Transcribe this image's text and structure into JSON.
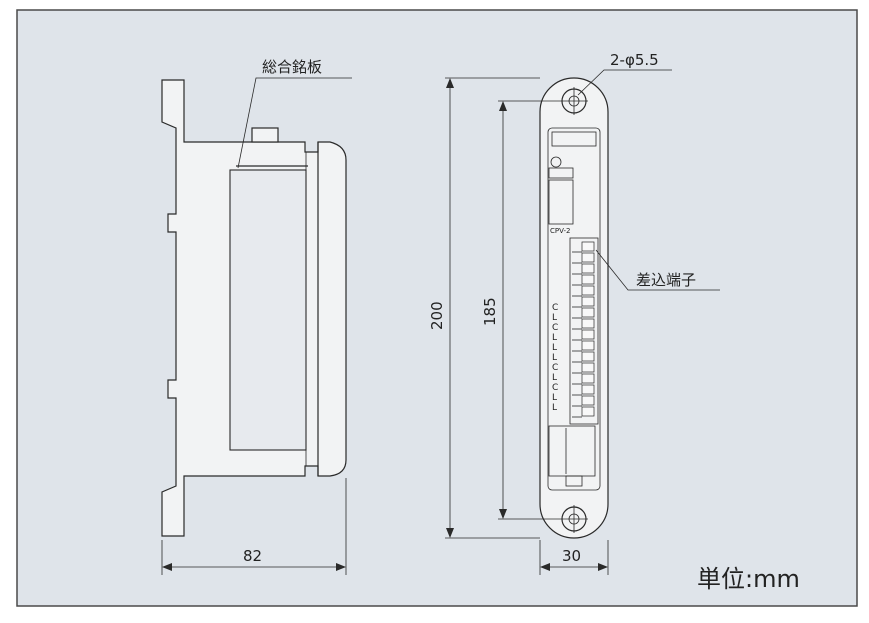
{
  "labels": {
    "nameplate": "総合銘板",
    "mount_holes": "2-φ5.5",
    "plug_terminal": "差込端子",
    "unit": "単位:mm",
    "model": "CPV-2"
  },
  "dimensions": {
    "depth": "82",
    "height": "200",
    "hole_pitch": "185",
    "width": "30"
  },
  "terminal_labels": [
    "C",
    "L",
    "C",
    "L",
    "L",
    "L",
    "C",
    "L",
    "C",
    "L",
    "L"
  ],
  "colors": {
    "background": "#dfe4ea",
    "frame": "#4a4a4a",
    "line": "#2a2a2a"
  }
}
